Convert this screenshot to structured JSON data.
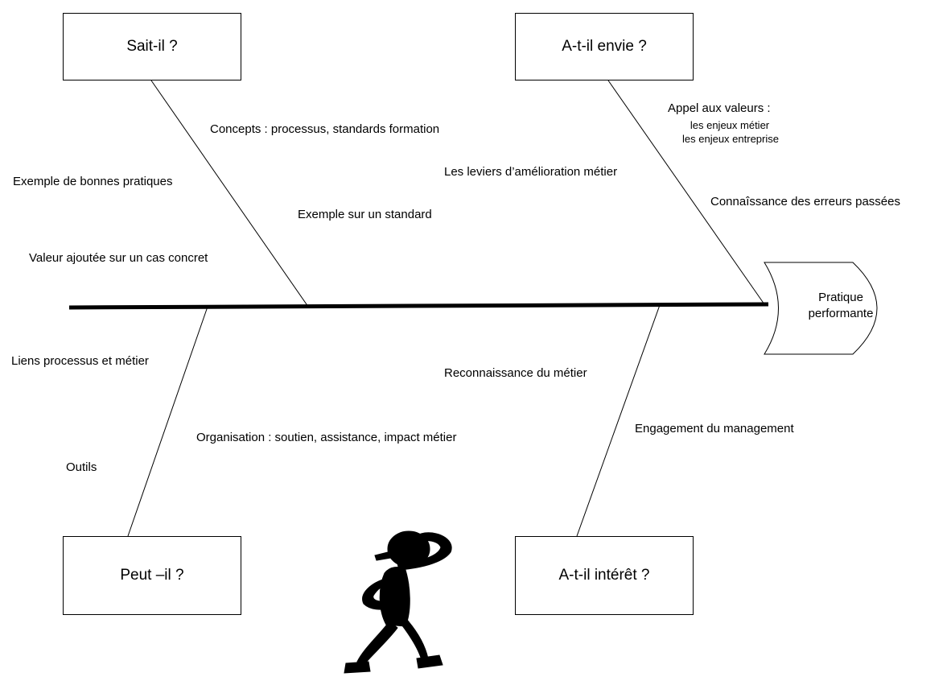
{
  "boxes": {
    "top_left": "Sait-il ?",
    "top_right": "A-t-il envie ?",
    "bottom_left": "Peut –il ?",
    "bottom_right": "A-t-il intérêt ?"
  },
  "head": {
    "line1": "Pratique",
    "line2": "performante"
  },
  "labels": {
    "concepts": "Concepts : processus, standards formation",
    "exemple_bonnes_pratiques": "Exemple de bonnes pratiques",
    "exemple_standard": "Exemple sur un standard",
    "valeur_ajoutee": "Valeur ajoutée sur un cas concret",
    "appel_valeurs": "Appel aux valeurs :",
    "enjeux_metier": "les enjeux métier",
    "enjeux_entreprise": "les enjeux entreprise",
    "leviers": "Les leviers d’amélioration métier",
    "connaissance_erreurs": "Connaîssance des erreurs passées",
    "liens_processus": "Liens processus et métier",
    "organisation": "Organisation  : soutien, assistance, impact métier",
    "outils": "Outils",
    "reconnaissance": "Reconnaissance du métier",
    "engagement": "Engagement du management"
  },
  "icons": {
    "thinker": "thinking-person-icon"
  }
}
